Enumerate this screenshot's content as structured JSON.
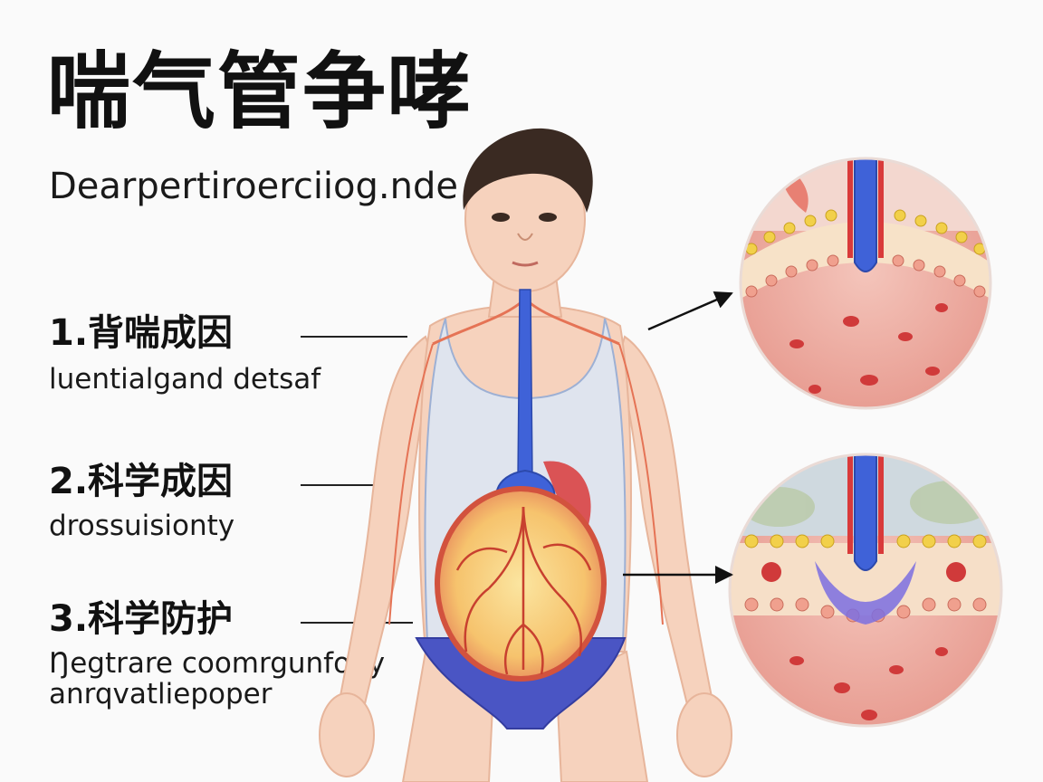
{
  "header": {
    "title": "喘气管争哮",
    "subtitle": "Dearpertiroerciiog.nde"
  },
  "sections": [
    {
      "heading": "1.背喘成因",
      "body": "luentialgand detsaf"
    },
    {
      "heading": "2.科学成因",
      "body": "drossuisionty"
    },
    {
      "heading": "3.科学防护",
      "body": "Ŋegtrare coomrgunfony",
      "body2": "anrqvatliepoper"
    }
  ],
  "colors": {
    "skin": "#f6d2bd",
    "tank": "#dfe4ee",
    "brief": "#4a55c4",
    "vessel_blue": "#3f62d8",
    "vessel_red": "#d93a3a",
    "tissue": "#efb7ad"
  },
  "icons": {
    "arrow_top": "arrow-right-icon",
    "arrow_bottom": "arrow-right-icon"
  }
}
